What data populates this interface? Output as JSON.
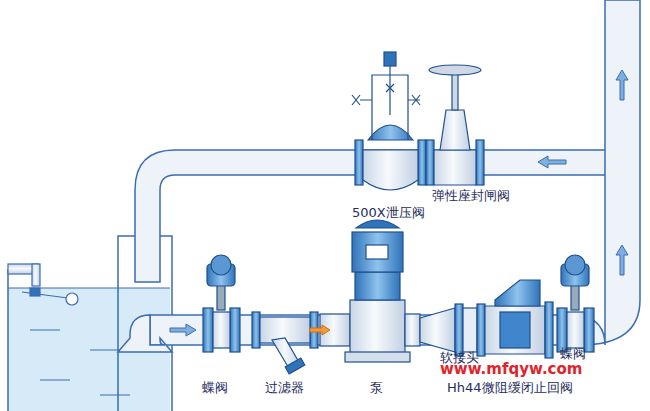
{
  "diagram": {
    "labels": [
      "500X泄压阀",
      "弹性座封闸阀",
      "蝶阀",
      "过滤器",
      "泵",
      "软接头",
      "蝶阀",
      "www.mfqyw.com",
      "Hh44微阻缓闭止回阀"
    ]
  }
}
